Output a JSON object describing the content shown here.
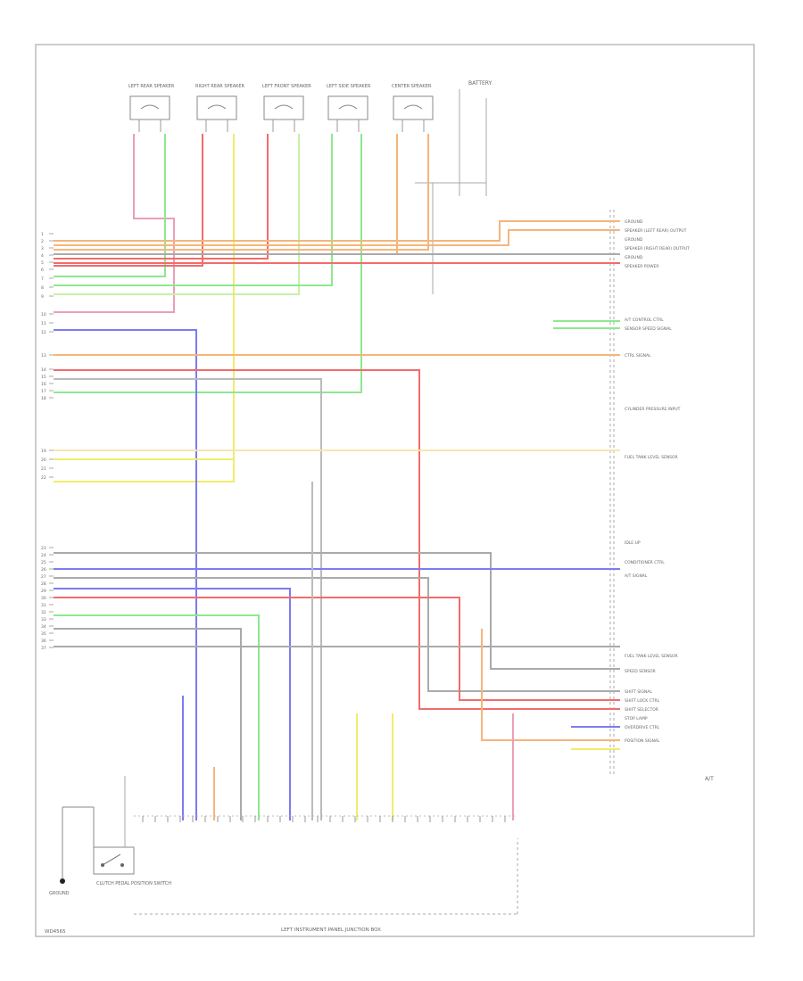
{
  "title_lines": [
    "A/T",
    "LEFT REAR ELECTRONIC",
    "CONTROL BOX"
  ],
  "bottom_connector_label": "LEFT INSTRUMENT PANEL JUNCTION BOX",
  "diagram_code": "WD4565",
  "right_connector_label": "A/T",
  "top_components": [
    "LEFT REAR SPEAKER",
    "RIGHT REAR SPEAKER",
    "LEFT FRONT SPEAKER",
    "LEFT SIDE SPEAKER",
    "CENTER SPEAKER"
  ],
  "battery_label": "BATTERY",
  "switch_label": "CLUTCH PEDAL POSITION SWITCH",
  "ground_label": "GROUND",
  "right_pins": [
    "GROUND",
    "SPEAKER (LEFT REAR) OUTPUT",
    "GROUND",
    "SPEAKER (RIGHT REAR) OUTPUT",
    "GROUND",
    "SPEAKER POWER",
    "A/T CONTROL CTRL",
    "SENSOR SPEED SIGNAL",
    "CTRL SIGNAL",
    "CYLINDER PRESSURE INPUT",
    "FUEL TANK LEVEL SENSOR",
    "IDLE UP",
    "CONDITIONER CTRL",
    "A/T SIGNAL",
    "FUEL TANK LEVEL SENSOR",
    "SPEED SENSOR",
    "SHIFT SIGNAL",
    "SHIFT LOCK CTRL",
    "SHIFT SELECTOR",
    "STOP LAMP",
    "OVERDRIVE CTRL",
    "POSITION SIGNAL"
  ]
}
